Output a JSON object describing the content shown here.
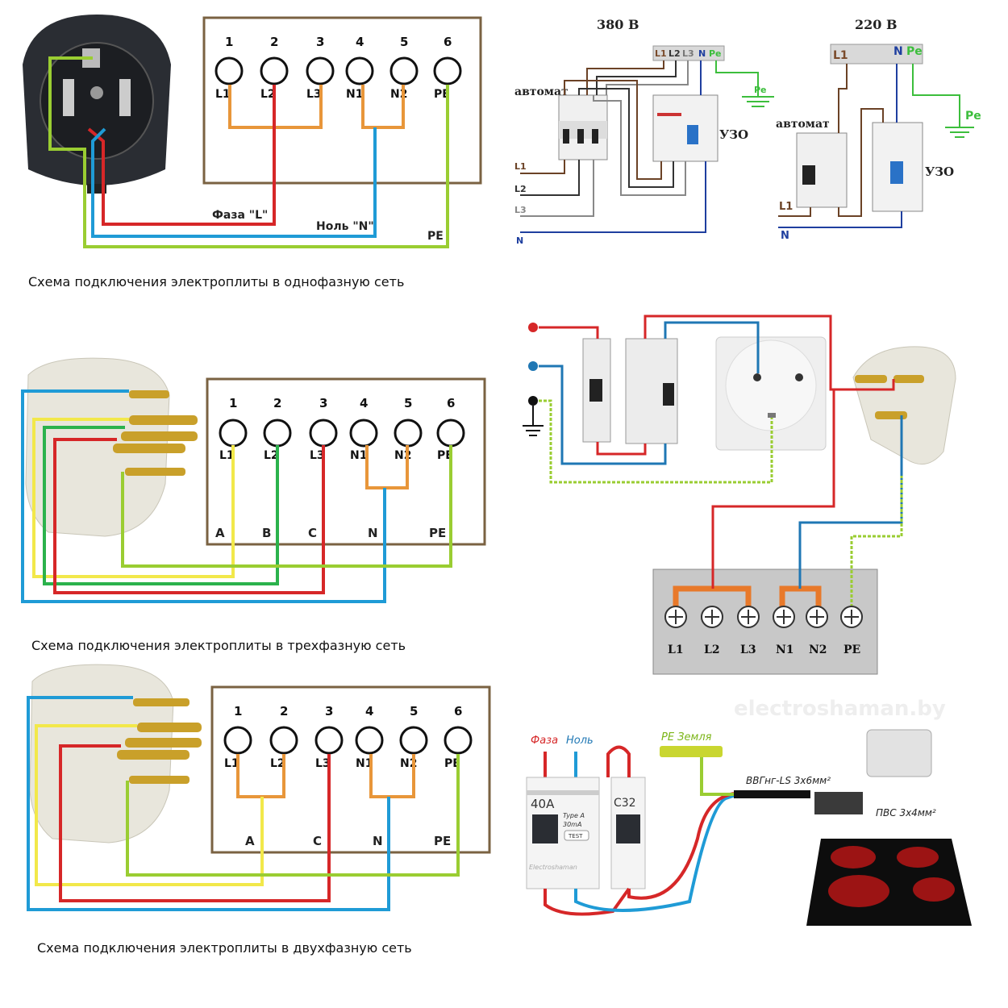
{
  "captions": {
    "single_phase": "Схема подключения электроплиты в однофазную сеть",
    "three_phase": "Схема подключения электроплиты в трехфазную сеть",
    "two_phase": "Схема подключения электроплиты в двухфазную сеть"
  },
  "terminal_numbers": [
    "1",
    "2",
    "3",
    "4",
    "5",
    "6"
  ],
  "terminal_labels": [
    "L1",
    "L2",
    "L3",
    "N1",
    "N2",
    "PE"
  ],
  "panel1": {
    "phase_label": "Фаза \"L\"",
    "neutral_label": "Ноль \"N\"",
    "pe_label": "PE"
  },
  "panel3": {
    "bottom_labels": [
      "A",
      "B",
      "C",
      "N",
      "PE"
    ]
  },
  "panel5": {
    "bottom_labels": [
      "A",
      "C",
      "N",
      "PE"
    ]
  },
  "diagram380": {
    "title": "380 В",
    "breaker_label": "автомат",
    "rcd_label": "УЗО",
    "top_labels": [
      "L1",
      "L2",
      "L3",
      "N",
      "Pe"
    ],
    "ground_label": "Pe",
    "inputs": [
      "L1",
      "L2",
      "L3",
      "N"
    ]
  },
  "diagram220": {
    "title": "220 В",
    "breaker_label": "автомат",
    "rcd_label": "УЗО",
    "top_labels": [
      "L1",
      "N",
      "Pe"
    ],
    "ground_label": "Pe",
    "inputs": [
      "L1",
      "N"
    ]
  },
  "panel4": {
    "terminal_labels": [
      "L1",
      "L2",
      "L3",
      "N1",
      "N2",
      "PE"
    ]
  },
  "panel6": {
    "phase_label": "Фаза",
    "neutral_label": "Ноль",
    "pe_label": "PE Земля",
    "rcd_rating": "40A",
    "rcd_type": "Type A",
    "rcd_current": "30mA",
    "rcd_test": "TEST",
    "rcd_brand": "Electroshaman",
    "breaker_rating": "C32",
    "cable1": "ВВГнг-LS 3х6мм²",
    "cable2": "ПВС 3х4мм²",
    "watermark": "electroshaman.by"
  },
  "colors": {
    "phase": "#d62728",
    "neutral": "#1f77b4",
    "pe": "#9acd32",
    "bridge": "#e8963a",
    "frame": "#7a6242"
  }
}
